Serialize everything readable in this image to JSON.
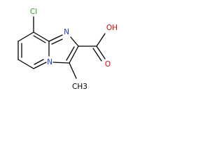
{
  "molecule": {
    "atoms": {
      "chlorine": "Cl",
      "ring_nitrogen": "N",
      "bridge_nitrogen": "N",
      "hydroxyl": "OH",
      "carbonyl_oxygen": "O",
      "methyl": "CH3"
    },
    "colors": {
      "chlorine": "#2e9c2e",
      "nitrogen": "#1f3bd6",
      "oxygen": "#e60000",
      "carbon": "#000000",
      "bond": "#000000"
    }
  }
}
